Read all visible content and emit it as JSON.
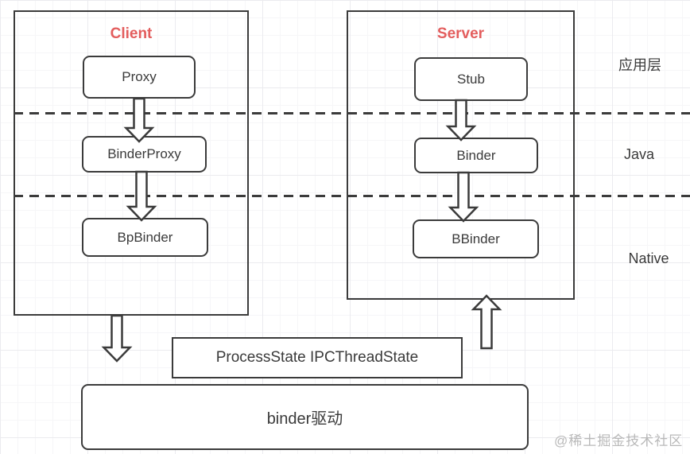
{
  "colors": {
    "accent": "#e35d5d",
    "stroke": "#3b3b3b",
    "text": "#3a3a3a",
    "watermark": "#b9b9b9"
  },
  "client": {
    "title": "Client",
    "nodes": [
      {
        "label": "Proxy"
      },
      {
        "label": "BinderProxy"
      },
      {
        "label": "BpBinder"
      }
    ]
  },
  "server": {
    "title": "Server",
    "nodes": [
      {
        "label": "Stub"
      },
      {
        "label": "Binder"
      },
      {
        "label": "BBinder"
      }
    ]
  },
  "layers": [
    {
      "label": "应用层"
    },
    {
      "label": "Java"
    },
    {
      "label": "Native"
    }
  ],
  "bottom": {
    "process_state": {
      "label": "ProcessState IPCThreadState"
    },
    "binder_driver": {
      "label": "binder驱动"
    }
  },
  "watermark": {
    "label": "@稀土掘金技术社区"
  }
}
